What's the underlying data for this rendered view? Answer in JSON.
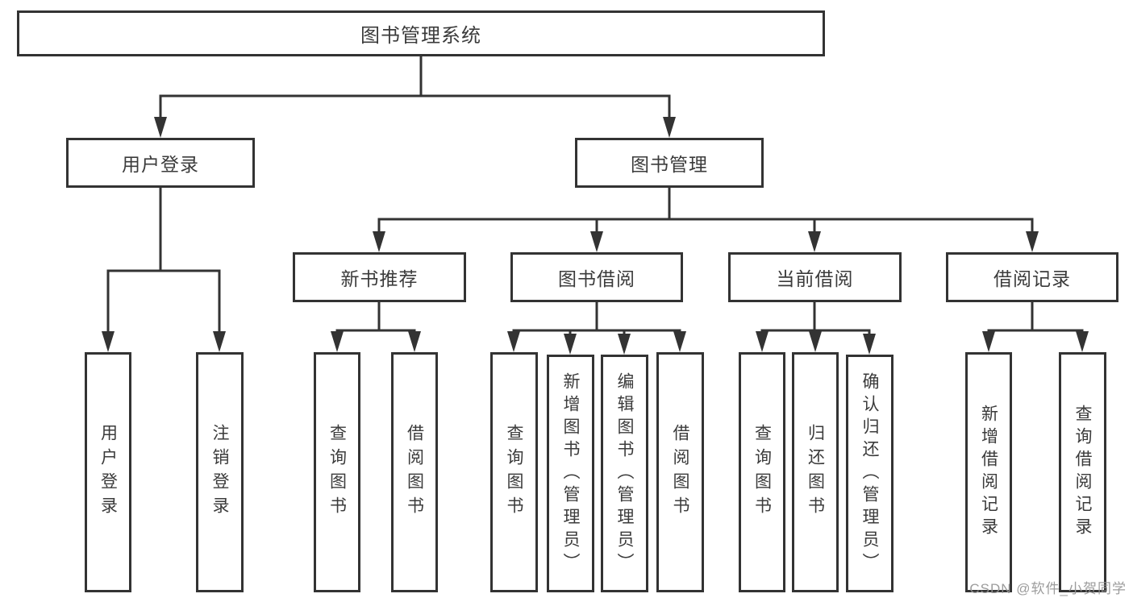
{
  "diagram": {
    "title": "图书管理系统",
    "line_color": "#333333",
    "text_color": "#3b3b3b",
    "background_color": "#ffffff"
  },
  "tree": {
    "root": "图书管理系统",
    "level2": {
      "login": "用户登录",
      "management": "图书管理"
    },
    "level3": {
      "newbook": "新书推荐",
      "borrow": "图书借阅",
      "current": "当前借阅",
      "records": "借阅记录"
    },
    "leaves": {
      "login": [
        "用户登录",
        "注销登录"
      ],
      "newbook": [
        "查询图书",
        "借阅图书"
      ],
      "borrow": [
        "查询图书",
        "新增图书（管理员）",
        "编辑图书（管理员）",
        "借阅图书"
      ],
      "current": [
        "查询图书",
        "归还图书",
        "确认归还（管理员）"
      ],
      "records": [
        "新增借阅记录",
        "查询借阅记录"
      ]
    }
  },
  "watermark": {
    "text": "CSDN @软件_小贺同学",
    "color": "#949494"
  }
}
